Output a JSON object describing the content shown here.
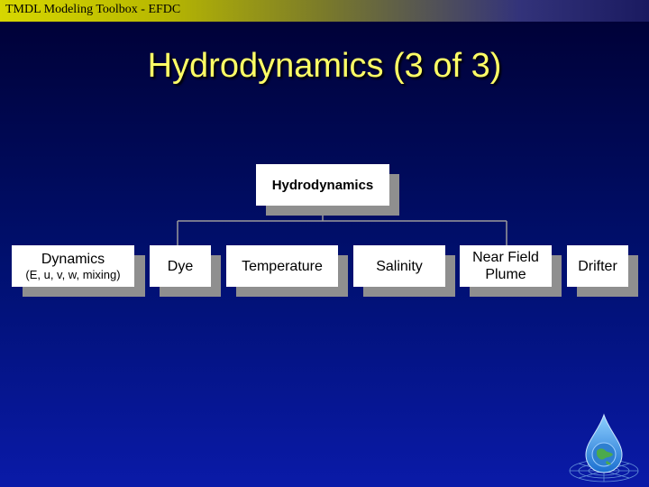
{
  "header": {
    "title": "TMDL Modeling Toolbox - EFDC"
  },
  "slide": {
    "title": "Hydrodynamics (3 of 3)"
  },
  "diagram": {
    "root": {
      "label": "Hydrodynamics"
    },
    "children": [
      {
        "label": "Dynamics",
        "sublabel": "(E, u, v, w, mixing)"
      },
      {
        "label": "Dye"
      },
      {
        "label": "Temperature"
      },
      {
        "label": "Salinity"
      },
      {
        "label": "Near Field",
        "label2": "Plume"
      },
      {
        "label": "Drifter"
      }
    ]
  },
  "logo": {
    "icon": "water-drop-globe-icon"
  }
}
